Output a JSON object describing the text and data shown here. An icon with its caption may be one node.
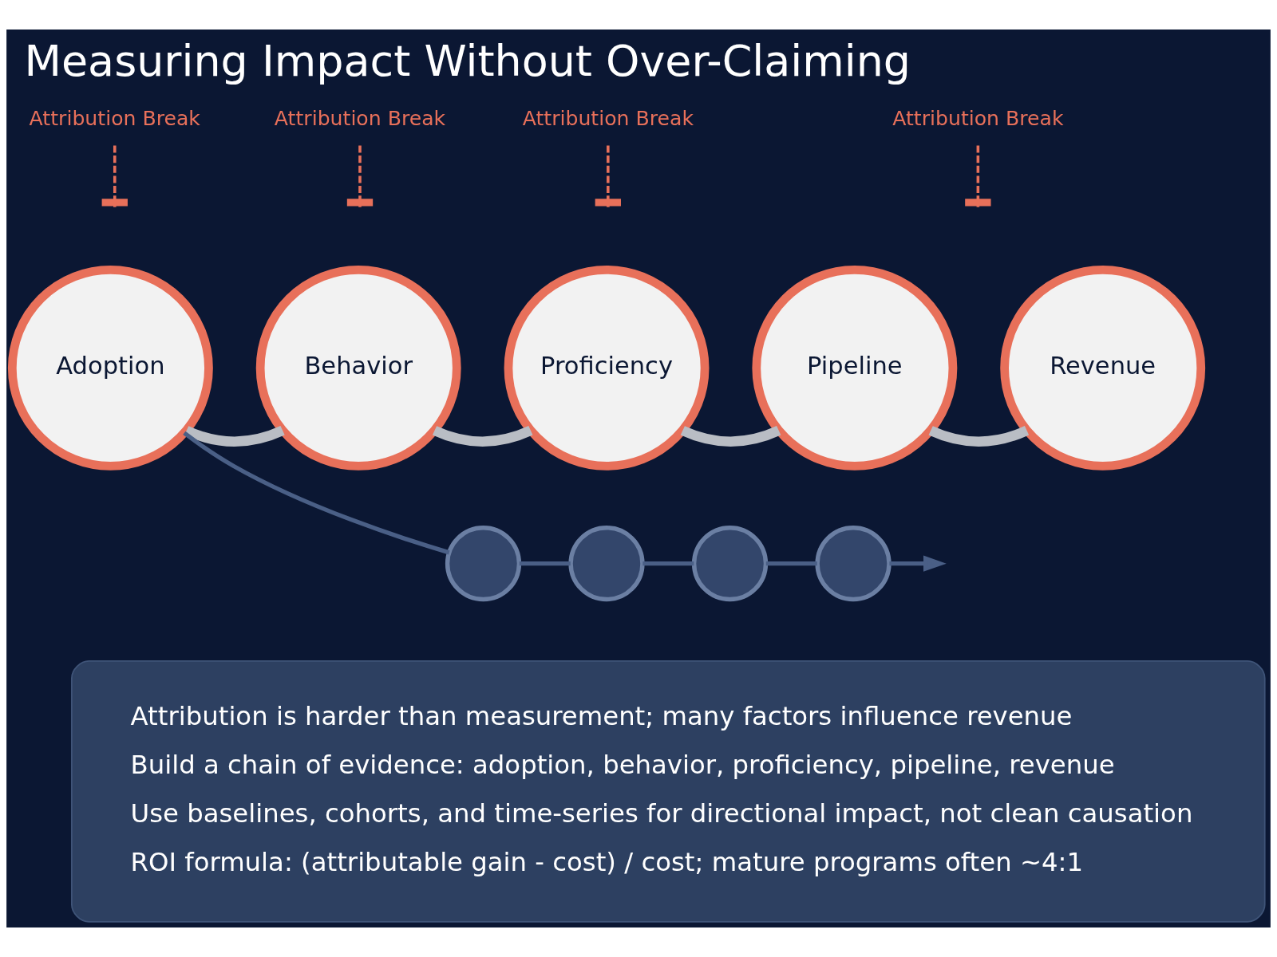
{
  "diagram": {
    "title": "Measuring Impact Without Over-Claiming",
    "nodes": [
      {
        "text": [
          "Adoption"
        ]
      },
      {
        "text": [
          "Behavior"
        ]
      },
      {
        "text": [
          "Proficiency"
        ]
      },
      {
        "text": [
          "Pipeline"
        ]
      },
      {
        "text": [
          "Revenue"
        ]
      },
      {
        "text": [
          "Attribution Break"
        ]
      },
      {
        "text": [
          "Attribution Break"
        ]
      },
      {
        "text": [
          "Attribution Break"
        ]
      },
      {
        "text": [
          "Attribution Break"
        ]
      },
      {
        "text": [],
        "shape": "person"
      },
      {
        "text": [],
        "shape": "person"
      },
      {
        "text": [],
        "shape": "person"
      },
      {
        "text": [],
        "shape": "person"
      },
      {
        "text": [
          "Attribution is harder than measurement; many factors influence revenue",
          "Build a chain of evidence: adoption, behavior, proficiency, pipeline, revenue",
          "Use baselines, cohorts, and time-series for directional impact, not clean causation",
          "ROI formula: (attributable gain - cost) / cost; mature programs often ~4:1"
        ]
      }
    ],
    "edges": [
      {
        "from": 0,
        "to": 1,
        "arrow": "none",
        "style": "thick",
        "color": "#b9bdc4"
      },
      {
        "from": 1,
        "to": 2,
        "arrow": "none",
        "style": "thick",
        "color": "#b9bdc4"
      },
      {
        "from": 2,
        "to": 3,
        "arrow": "none",
        "style": "thick",
        "color": "#b9bdc4"
      },
      {
        "from": 3,
        "to": 4,
        "arrow": "none",
        "style": "thick",
        "color": "#b9bdc4"
      },
      {
        "from": 5,
        "to": null,
        "arrow": "other",
        "style": "dashed",
        "color": "#e8705a"
      },
      {
        "from": 6,
        "to": null,
        "arrow": "other",
        "style": "dashed",
        "color": "#e8705a"
      },
      {
        "from": 7,
        "to": null,
        "arrow": "other",
        "style": "dashed",
        "color": "#e8705a"
      },
      {
        "from": 8,
        "to": null,
        "arrow": "other",
        "style": "dashed",
        "color": "#e8705a"
      },
      {
        "from": 0,
        "to": 9,
        "arrow": "none",
        "color": "#4a5f86"
      },
      {
        "from": 9,
        "to": 10,
        "arrow": "none",
        "color": "#4a5f86"
      },
      {
        "from": 10,
        "to": 11,
        "arrow": "none",
        "color": "#4a5f86"
      },
      {
        "from": 11,
        "to": 12,
        "arrow": "none",
        "color": "#4a5f86"
      },
      {
        "from": 12,
        "to": null,
        "arrow": "to",
        "color": "#4a5f86"
      }
    ]
  }
}
